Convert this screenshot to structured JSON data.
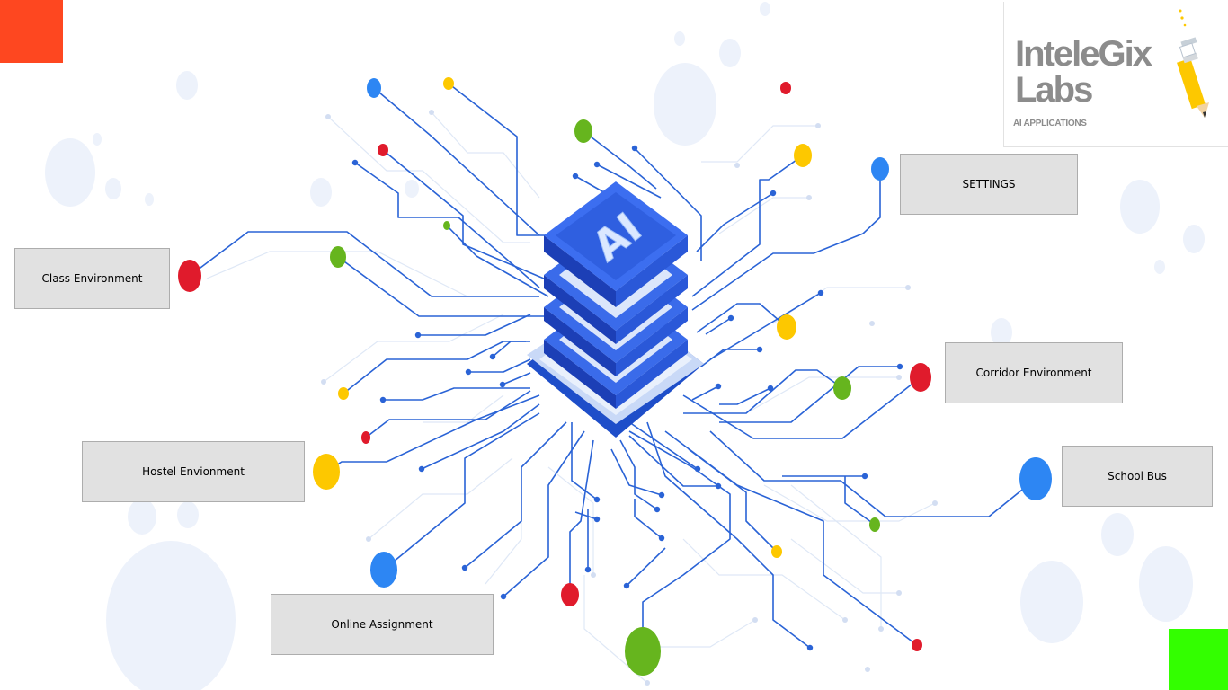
{
  "window": {
    "title": "InteleGix Labs AI Applications"
  },
  "logo": {
    "line1": "InteleGix",
    "line2": "Labs",
    "tagline": "AI APPLICATIONS",
    "chip_glyph": "AI"
  },
  "menu": {
    "settings": "SETTINGS",
    "class_environment": "Class Environment",
    "corridor_environment": "Corridor Environment",
    "hostel_environment": "Hostel Envionment",
    "school_bus": "School Bus",
    "online_assignment": "Online Assignment"
  },
  "colors": {
    "corner_top_left": "#fe4720",
    "corner_bottom_right": "#33ff00",
    "button_bg": "#e1e1e1",
    "button_border": "#adadad",
    "trace": "#2a63d6",
    "node_red": "#e01b2c",
    "node_green": "#66b51e",
    "node_yellow": "#fdc800",
    "node_blue": "#2d86f3",
    "chip_blue": "#2f5fe0"
  }
}
